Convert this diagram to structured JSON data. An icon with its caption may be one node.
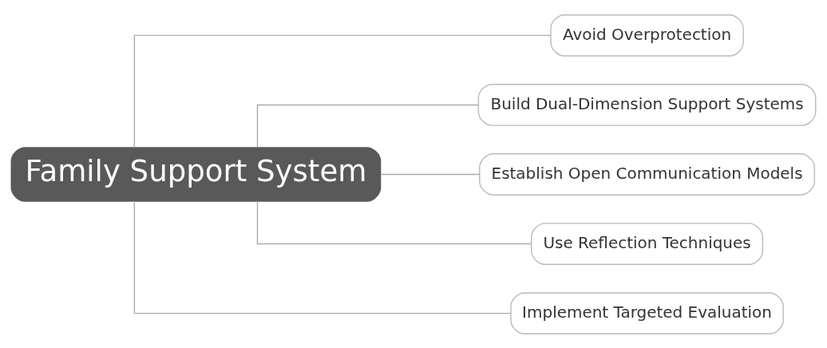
{
  "diagram": {
    "nodes": [
      {
        "text": [
          "Family Support System"
        ]
      },
      {
        "text": [
          "Avoid Overprotection"
        ]
      },
      {
        "text": [
          "Build Dual-Dimension Support Systems"
        ]
      },
      {
        "text": [
          "Establish Open Communication Models"
        ]
      },
      {
        "text": [
          "Use Reflection Techniques"
        ]
      },
      {
        "text": [
          "Implement Targeted Evaluation"
        ]
      }
    ],
    "edges": [
      {
        "from": 0,
        "to": 1,
        "arrow": "none"
      },
      {
        "from": 0,
        "to": 2,
        "arrow": "none"
      },
      {
        "from": 0,
        "to": 3,
        "arrow": "none"
      },
      {
        "from": 0,
        "to": 4,
        "arrow": "none"
      },
      {
        "from": 0,
        "to": 5,
        "arrow": "none"
      }
    ]
  }
}
